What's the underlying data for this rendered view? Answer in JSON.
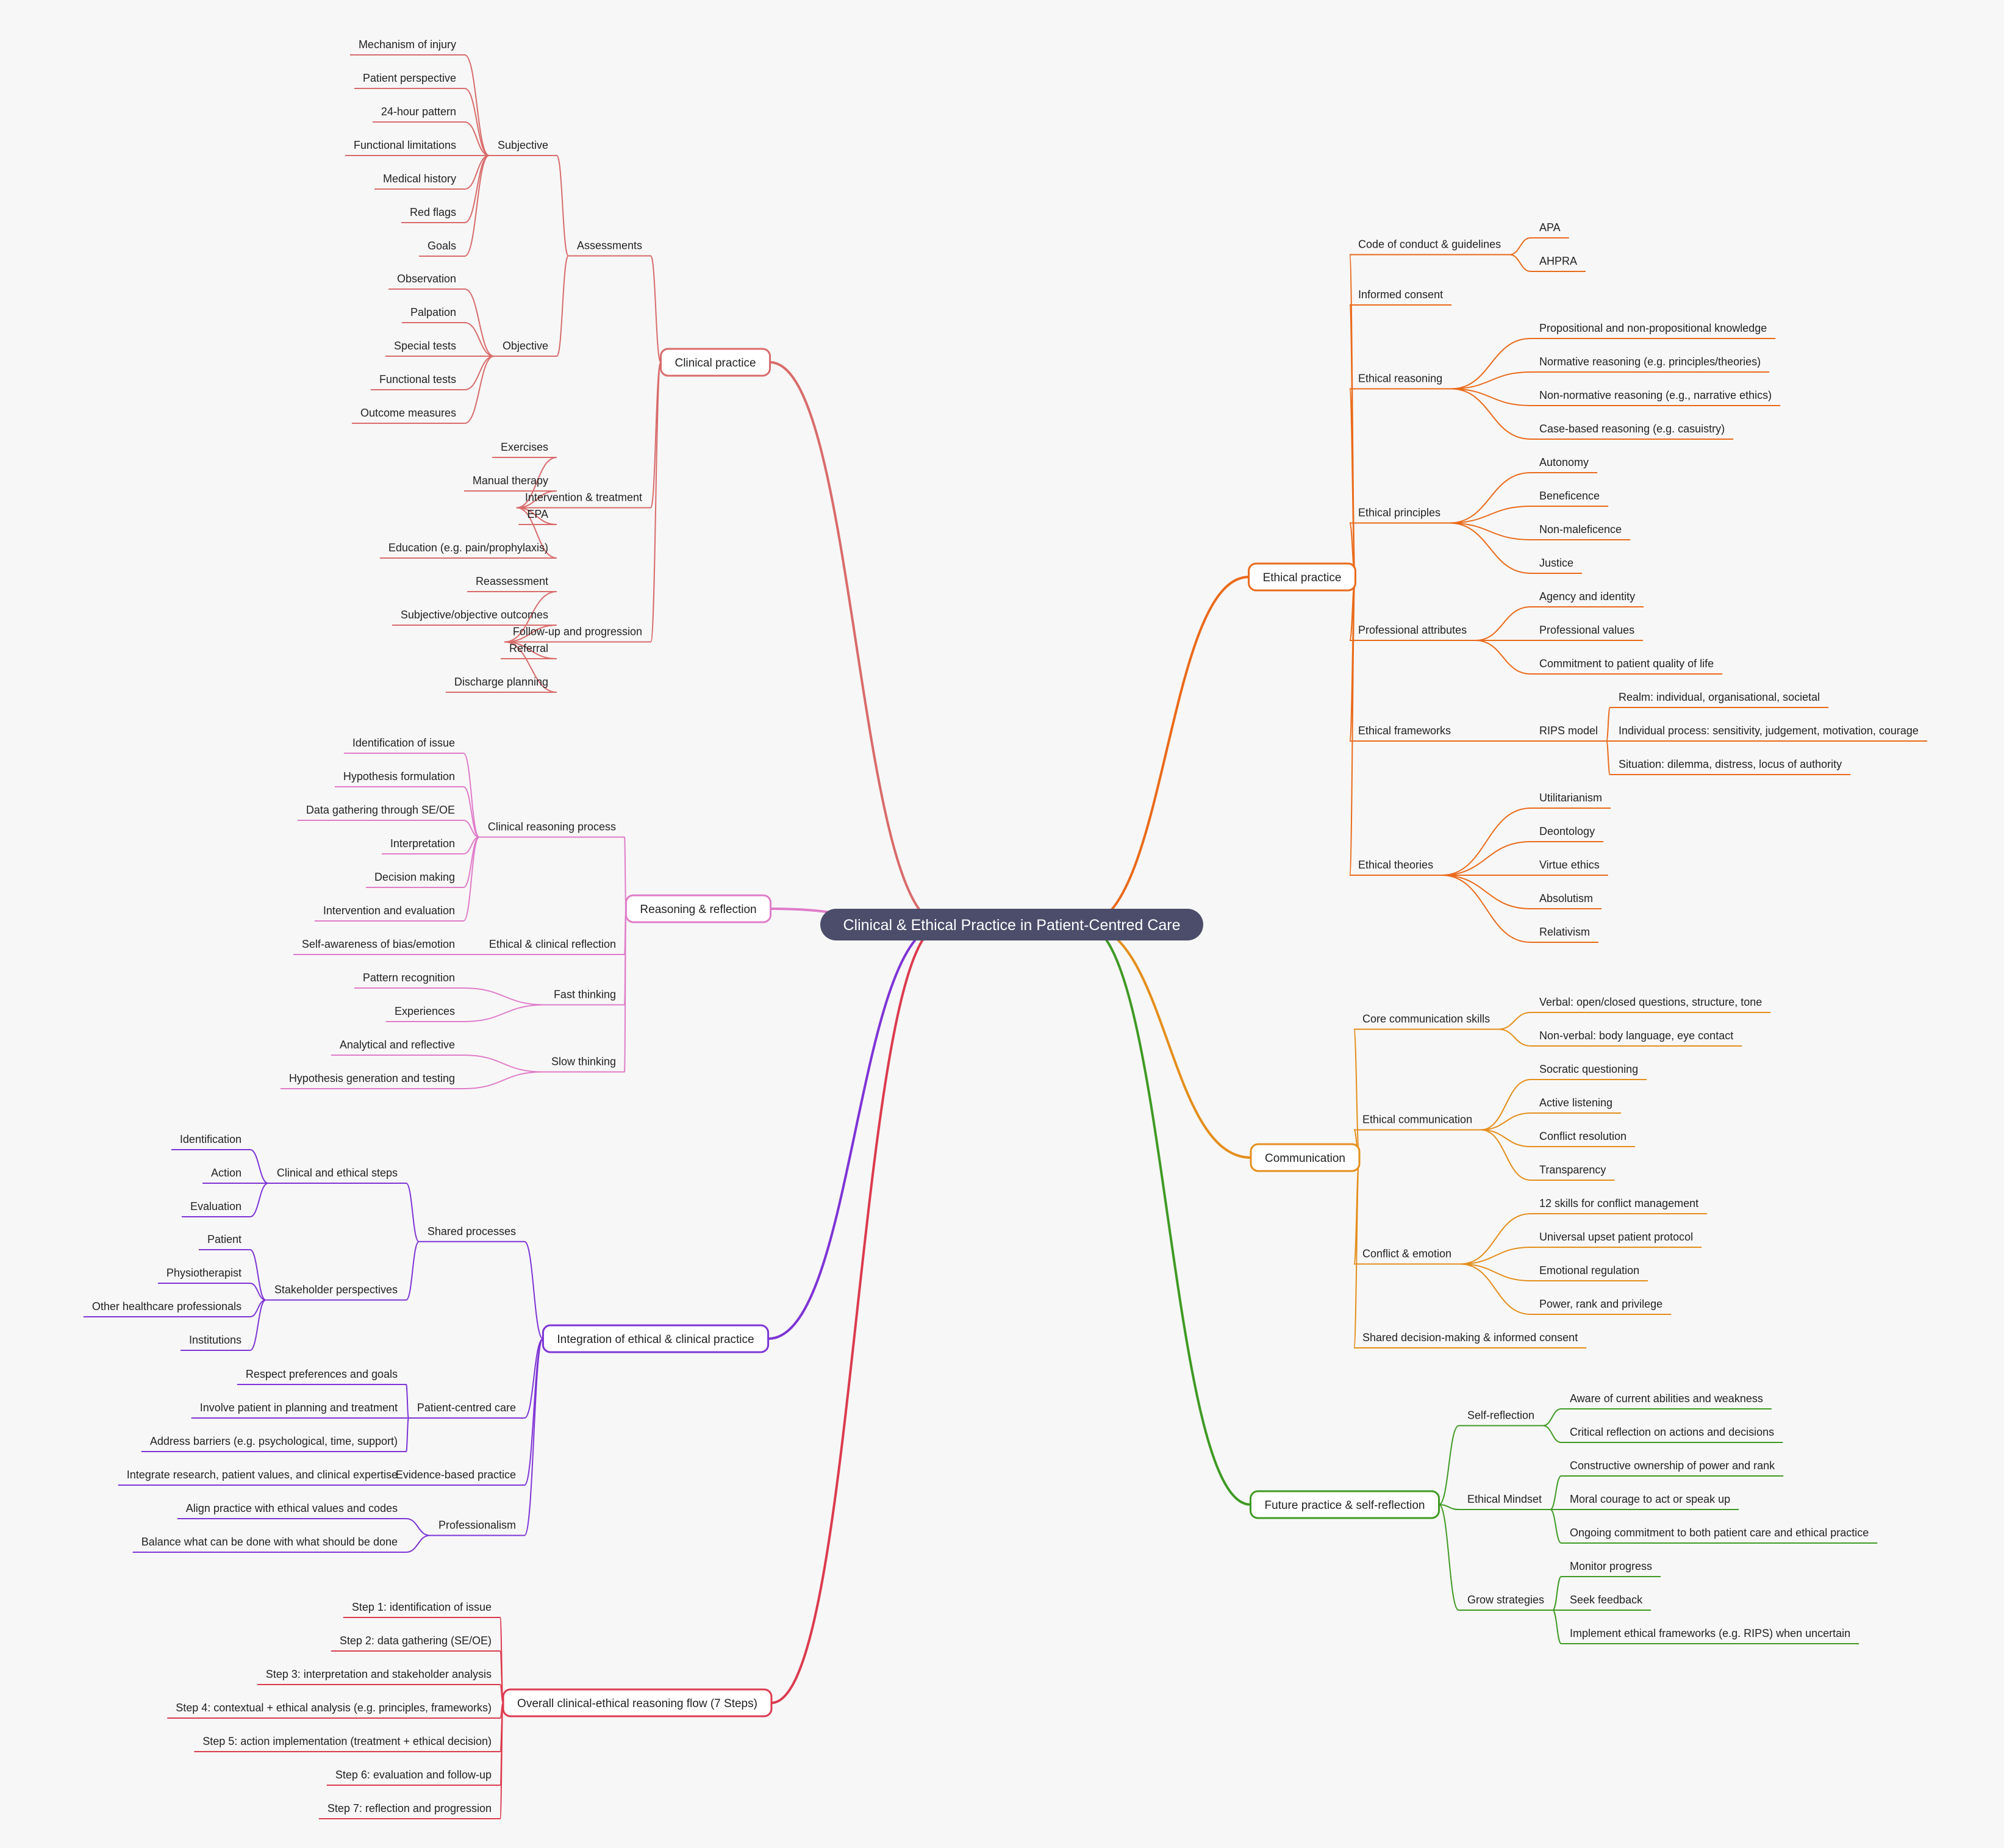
{
  "root": {
    "label": "Clinical & Ethical Practice in Patient-Centred Care"
  },
  "colors": {
    "background": "#f7f7f7",
    "root_fill": "#4b4d6a",
    "root_text": "#ffffff",
    "text": "#222222",
    "clinical": "#d96b6b",
    "reasoning": "#e07cc9",
    "integration": "#7e34d6",
    "flow": "#dc3b4e",
    "ethical": "#ea6a1a",
    "communication": "#e48e1c",
    "future": "#3f9a24"
  },
  "branches": {
    "clinical": {
      "label": "Clinical practice",
      "children": [
        {
          "label": "Assessments",
          "children": [
            {
              "label": "Subjective",
              "children": [
                {
                  "label": "Mechanism of injury"
                },
                {
                  "label": "Patient perspective"
                },
                {
                  "label": "24-hour pattern"
                },
                {
                  "label": "Functional limitations"
                },
                {
                  "label": "Medical history"
                },
                {
                  "label": "Red flags"
                },
                {
                  "label": "Goals"
                }
              ]
            },
            {
              "label": "Objective",
              "children": [
                {
                  "label": "Observation"
                },
                {
                  "label": "Palpation"
                },
                {
                  "label": "Special tests"
                },
                {
                  "label": "Functional tests"
                },
                {
                  "label": "Outcome measures"
                }
              ]
            }
          ]
        },
        {
          "label": "Intervention & treatment",
          "children": [
            {
              "label": "Exercises"
            },
            {
              "label": "Manual therapy"
            },
            {
              "label": "EPA"
            },
            {
              "label": "Education (e.g. pain/prophylaxis)"
            }
          ]
        },
        {
          "label": "Follow-up and progression",
          "children": [
            {
              "label": "Reassessment"
            },
            {
              "label": "Subjective/objective outcomes"
            },
            {
              "label": "Referral"
            },
            {
              "label": "Discharge planning"
            }
          ]
        }
      ]
    },
    "reasoning": {
      "label": "Reasoning & reflection",
      "children": [
        {
          "label": "Clinical reasoning process",
          "children": [
            {
              "label": "Identification of issue"
            },
            {
              "label": "Hypothesis formulation"
            },
            {
              "label": "Data gathering through SE/OE"
            },
            {
              "label": "Interpretation"
            },
            {
              "label": "Decision making"
            },
            {
              "label": "Intervention and evaluation"
            }
          ]
        },
        {
          "label": "Ethical & clinical reflection",
          "children": [
            {
              "label": "Self-awareness of bias/emotion"
            }
          ]
        },
        {
          "label": "Fast thinking",
          "children": [
            {
              "label": "Pattern recognition"
            },
            {
              "label": "Experiences"
            }
          ]
        },
        {
          "label": "Slow thinking",
          "children": [
            {
              "label": "Analytical and reflective"
            },
            {
              "label": "Hypothesis generation and testing"
            }
          ]
        }
      ]
    },
    "integration": {
      "label": "Integration of ethical & clinical practice",
      "children": [
        {
          "label": "Shared processes",
          "children": [
            {
              "label": "Clinical and ethical steps",
              "children": [
                {
                  "label": "Identification"
                },
                {
                  "label": "Action"
                },
                {
                  "label": "Evaluation"
                }
              ]
            },
            {
              "label": "Stakeholder perspectives",
              "children": [
                {
                  "label": "Patient"
                },
                {
                  "label": "Physiotherapist"
                },
                {
                  "label": "Other healthcare professionals"
                },
                {
                  "label": "Institutions"
                }
              ]
            }
          ]
        },
        {
          "label": "Patient-centred care",
          "children": [
            {
              "label": "Respect preferences and goals"
            },
            {
              "label": "Involve patient in planning and treatment"
            },
            {
              "label": "Address barriers (e.g. psychological, time, support)"
            }
          ]
        },
        {
          "label": "Evidence-based practice",
          "children": [
            {
              "label": "Integrate research, patient values, and clinical expertise"
            }
          ]
        },
        {
          "label": "Professionalism",
          "children": [
            {
              "label": "Align practice with ethical values and codes"
            },
            {
              "label": "Balance what can be done with what should be done"
            }
          ]
        }
      ]
    },
    "flow": {
      "label": "Overall clinical-ethical reasoning flow (7 Steps)",
      "children": [
        {
          "label": "Step 1: identification of issue"
        },
        {
          "label": "Step 2: data gathering (SE/OE)"
        },
        {
          "label": "Step 3: interpretation and stakeholder analysis"
        },
        {
          "label": "Step 4: contextual + ethical analysis (e.g. principles, frameworks)"
        },
        {
          "label": "Step 5: action implementation (treatment + ethical decision)"
        },
        {
          "label": "Step 6: evaluation and follow-up"
        },
        {
          "label": "Step 7: reflection and progression"
        }
      ]
    },
    "ethical": {
      "label": "Ethical practice",
      "children": [
        {
          "label": "Code of conduct & guidelines",
          "children": [
            {
              "label": "APA"
            },
            {
              "label": "AHPRA"
            }
          ]
        },
        {
          "label": "Informed consent"
        },
        {
          "label": "Ethical reasoning",
          "children": [
            {
              "label": "Propositional and non-propositional knowledge"
            },
            {
              "label": "Normative reasoning (e.g. principles/theories)"
            },
            {
              "label": "Non-normative reasoning (e.g., narrative ethics)"
            },
            {
              "label": "Case-based reasoning (e.g. casuistry)"
            }
          ]
        },
        {
          "label": "Ethical principles",
          "children": [
            {
              "label": "Autonomy"
            },
            {
              "label": "Beneficence"
            },
            {
              "label": "Non-maleficence"
            },
            {
              "label": "Justice"
            }
          ]
        },
        {
          "label": "Professional attributes",
          "children": [
            {
              "label": "Agency and identity"
            },
            {
              "label": "Professional values"
            },
            {
              "label": "Commitment to patient quality of life"
            }
          ]
        },
        {
          "label": "Ethical frameworks",
          "children": [
            {
              "label": "RIPS model",
              "children": [
                {
                  "label": "Realm: individual, organisational, societal"
                },
                {
                  "label": "Individual process: sensitivity, judgement, motivation, courage"
                },
                {
                  "label": "Situation: dilemma, distress, locus of authority"
                }
              ]
            }
          ]
        },
        {
          "label": "Ethical theories",
          "children": [
            {
              "label": "Utilitarianism"
            },
            {
              "label": "Deontology"
            },
            {
              "label": "Virtue ethics"
            },
            {
              "label": "Absolutism"
            },
            {
              "label": "Relativism"
            }
          ]
        }
      ]
    },
    "communication": {
      "label": "Communication",
      "children": [
        {
          "label": "Core communication skills",
          "children": [
            {
              "label": "Verbal: open/closed questions, structure, tone"
            },
            {
              "label": "Non-verbal: body language, eye contact"
            }
          ]
        },
        {
          "label": "Ethical communication",
          "children": [
            {
              "label": "Socratic questioning"
            },
            {
              "label": "Active listening"
            },
            {
              "label": "Conflict resolution"
            },
            {
              "label": "Transparency"
            }
          ]
        },
        {
          "label": "Conflict & emotion",
          "children": [
            {
              "label": "12 skills for conflict management"
            },
            {
              "label": "Universal upset patient protocol"
            },
            {
              "label": "Emotional regulation"
            },
            {
              "label": "Power, rank and privilege"
            }
          ]
        },
        {
          "label": "Shared decision-making & informed consent"
        }
      ]
    },
    "future": {
      "label": "Future practice & self-reflection",
      "children": [
        {
          "label": "Self-reflection",
          "children": [
            {
              "label": "Aware of current abilities and weakness"
            },
            {
              "label": "Critical reflection on actions and decisions"
            }
          ]
        },
        {
          "label": "Ethical Mindset",
          "children": [
            {
              "label": "Constructive ownership of power and rank"
            },
            {
              "label": "Moral courage to act or speak up"
            },
            {
              "label": "Ongoing commitment to both patient care and ethical practice"
            }
          ]
        },
        {
          "label": "Grow strategies",
          "children": [
            {
              "label": "Monitor progress"
            },
            {
              "label": "Seek feedback"
            },
            {
              "label": "Implement ethical frameworks (e.g. RIPS) when uncertain"
            }
          ]
        }
      ]
    }
  }
}
